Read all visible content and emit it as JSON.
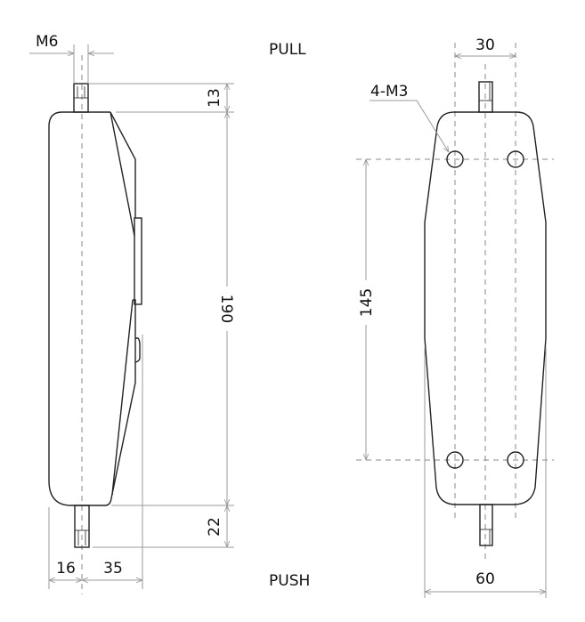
{
  "labels": {
    "pull": "PULL",
    "push": "PUSH"
  },
  "side_view": {
    "thread": "M6",
    "top_stud_length": "13",
    "overall_length": "190",
    "bottom_stud_length": "22",
    "front_offset": "16",
    "rear_offset": "35"
  },
  "front_view": {
    "hole_spacing": "30",
    "holes": "4-M3",
    "hole_vertical_spacing": "145",
    "width": "60"
  }
}
